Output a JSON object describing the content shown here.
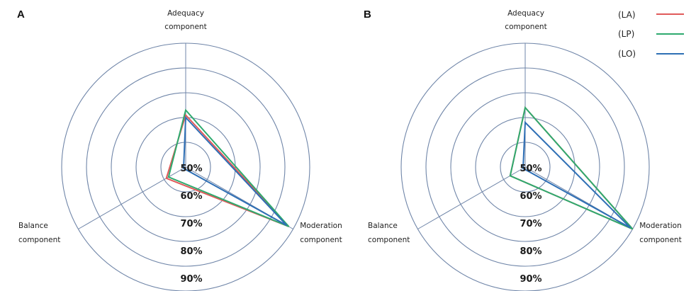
{
  "chart_data": [
    {
      "panel": "A",
      "type": "radar",
      "axes": [
        {
          "line1": "Adequacy",
          "line2": "component"
        },
        {
          "line1": "Moderation",
          "line2": "component"
        },
        {
          "line1": "Balance",
          "line2": "component"
        }
      ],
      "ring_labels": [
        "50%",
        "60%",
        "70%",
        "80%",
        "90%"
      ],
      "rlim": [
        40,
        90
      ],
      "series": [
        {
          "key": "LA",
          "color": "#e05a5a",
          "values": [
            61,
            88,
            49
          ]
        },
        {
          "key": "LP",
          "color": "#2eaa6e",
          "values": [
            63,
            88,
            48
          ]
        },
        {
          "key": "LO",
          "color": "#2e6fb5",
          "values": [
            60,
            87,
            41
          ]
        }
      ]
    },
    {
      "panel": "B",
      "type": "radar",
      "axes": [
        {
          "line1": "Adequacy",
          "line2": "component"
        },
        {
          "line1": "Moderation",
          "line2": "component"
        },
        {
          "line1": "Balance",
          "line2": "component"
        }
      ],
      "ring_labels": [
        "50%",
        "60%",
        "70%",
        "80%",
        "90%"
      ],
      "rlim": [
        40,
        90
      ],
      "series": [
        {
          "key": "LA",
          "color": "#e05a5a",
          "values": [
            64,
            90,
            47
          ]
        },
        {
          "key": "LP",
          "color": "#2eaa6e",
          "values": [
            64,
            90,
            47
          ]
        },
        {
          "key": "LO",
          "color": "#2e6fb5",
          "values": [
            58,
            89,
            41
          ]
        }
      ]
    }
  ],
  "legend": [
    {
      "label": "(LA)",
      "color": "#e05a5a"
    },
    {
      "label": "(LP)",
      "color": "#2eaa6e"
    },
    {
      "label": "(LO)",
      "color": "#2e6fb5"
    }
  ]
}
